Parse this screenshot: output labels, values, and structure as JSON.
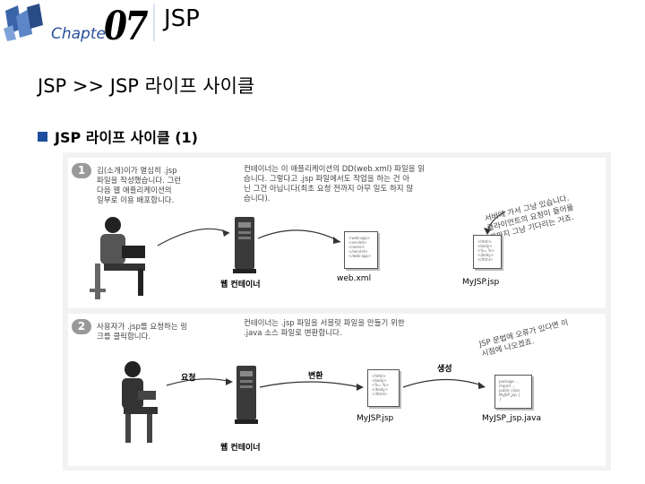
{
  "header": {
    "chapter_word": "Chapte",
    "chapter_number": "07",
    "chapter_name": "JSP"
  },
  "page": {
    "title_prefix": "JSP >>",
    "title_rest": "JSP 라이프 사이클",
    "section_heading": "JSP 라이프 사이클 (1)"
  },
  "figure": {
    "step1": {
      "number": "1",
      "note_left": "김(소개)이가 열심히 .jsp\n파일을 작성했습니다. 그런\n다음 웹 애플리케이션의\n일부로 이용 배포합니다.",
      "note_center": "컨테이너는 이 애플리케이션의 DD(web.xml) 파일을 읽\n습니다. 그렇다고 .jsp 파일에서도 작업을 하는 건 아\n닌 그건 아닙니다(최초 요청 전까지 아무 일도 하지 않\n습니다).",
      "note_right": "서버에 가서 그냥 있습니다.\n클라이언트의 요청이 들어올\n때까지 그냥 기다리는 거죠.",
      "label_container": "웹 컨테이너",
      "label_webxml": "web.xml",
      "label_myjsp": "MyJSP.jsp"
    },
    "step2": {
      "number": "2",
      "note_left": "사용자가 .jsp를 요청하는 링\n크를 클릭합니다.",
      "note_center": "컨테이너는 .jsp 파일을 서블릿 파일을 만들기 위한\n.java 소스 파일로 변환합니다.",
      "note_right": "JSP 문법에 오류가 있다면 이\n시점에 나오겠죠.",
      "label_request": "요청",
      "label_convert": "변환",
      "label_generate": "생성",
      "label_container": "웹 컨테이너",
      "label_myjsp": "MyJSP.jsp",
      "label_java": "MyJSP_jsp.java"
    }
  }
}
